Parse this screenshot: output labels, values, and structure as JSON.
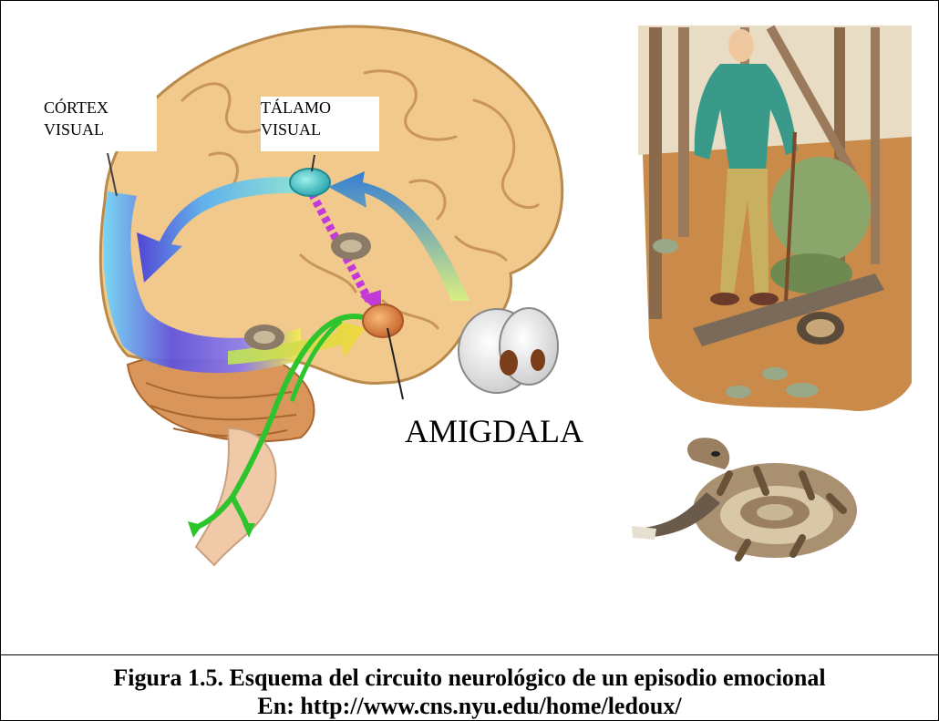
{
  "figure": {
    "labels": {
      "cortex": "CÓRTEX\nVISUAL",
      "talamo": "TÁLAMO\nVISUAL",
      "amigdala": "AMIGDALA"
    }
  },
  "caption": {
    "line1": "Figura 1.5. Esquema del circuito neurológico de un episodio emocional",
    "line2": "En: http://www.cns.nyu.edu/home/ledoux/"
  },
  "colors": {
    "brain": "#f2c98c",
    "cerebellum": "#d9955a",
    "thalamus": "#4fc3c3",
    "amygdala": "#e08a4a",
    "fast_path": "#c23bd8",
    "green_path": "#2ec42e",
    "cortex_band": "#5a4fe0"
  }
}
